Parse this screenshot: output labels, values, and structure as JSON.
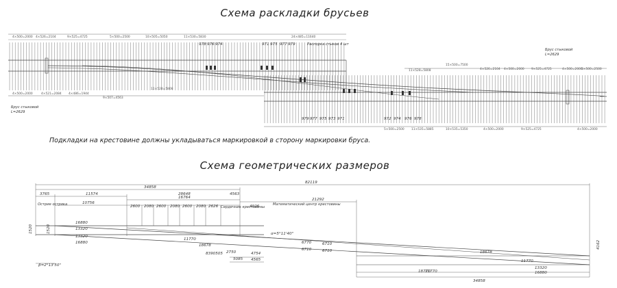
{
  "titles": {
    "layout": "Схема раскладки брусьев",
    "geometry": "Схема геометрических размеров"
  },
  "note": "Подкладки на крестовине должны укладываться маркировкой в сторону маркировки бруса.",
  "upper": {
    "top_dims": [
      "4×500=2000",
      "4×526=2104",
      "9×525=4725",
      "5×500=2500",
      "10×505=5050",
      "11×530=5830",
      "24×485=11640"
    ],
    "bottom_dims": [
      "4×500=2000",
      "4×521=2084",
      "4×486=1944",
      "9×507=4563",
      "11×528=5808",
      "5×500=2500",
      "11×535=5885",
      "10×535=5350",
      "4×500=2000",
      "9×525=4725",
      "4×500=2000"
    ],
    "right_dims": [
      "11×528=5808",
      "15×500=7500",
      "4×526=2104",
      "4×500=2000",
      "9×525=4725",
      "4×500=2000",
      "5×500=2500"
    ],
    "top_marks": [
      "978",
      "976",
      "974",
      "971",
      "975",
      "977",
      "979"
    ],
    "bottom_marks": [
      "979",
      "977",
      "975",
      "973",
      "971",
      "972",
      "974",
      "976",
      "978"
    ],
    "label_bracket": "Распорка стыков 4 шт",
    "left_label": [
      "Брус стыковой",
      "L=2629"
    ],
    "right_label": [
      "Брус стыковой",
      "L=2629"
    ]
  },
  "lower": {
    "top_dims": [
      "82119",
      "34858",
      "4563",
      "3765",
      "11574",
      "28648",
      "16764",
      "10756",
      "2600",
      "2080",
      "2600",
      "2080",
      "2600",
      "2080",
      "2626",
      "4926",
      "21292"
    ],
    "mid_labels": [
      "Острие остряка",
      "Сердечник крестовины",
      "Математический центр крестовины"
    ],
    "angles": [
      "α=5°11'40\"",
      "β=2°13'50\""
    ],
    "inner_dims": [
      "16880",
      "13320",
      "13320",
      "16880",
      "11770",
      "18678",
      "6770",
      "6710",
      "6710",
      "6710",
      "18678",
      "11770",
      "13320",
      "16880"
    ],
    "bottom_dims": [
      "8390505",
      "2750",
      "5085",
      "4754",
      "4565",
      "11770",
      "18770",
      "34858"
    ],
    "right_dim": "4162",
    "left_dims": [
      "1520",
      "1520"
    ]
  }
}
